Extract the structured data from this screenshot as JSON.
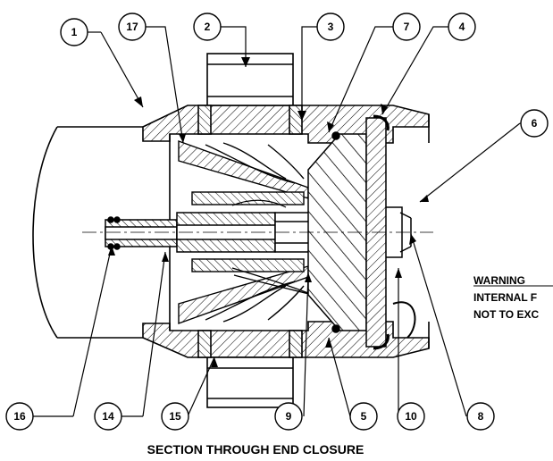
{
  "caption": "SECTION THROUGH END CLOSURE",
  "warning": {
    "line1": "WARNING",
    "line2": "INTERNAL F",
    "line3": "NOT TO EXC"
  },
  "callouts": [
    "1",
    "2",
    "3",
    "4",
    "5",
    "6",
    "7",
    "8",
    "9",
    "10",
    "14",
    "15",
    "16",
    "17"
  ],
  "colors": {
    "ink": "#000000",
    "paper": "#ffffff"
  }
}
